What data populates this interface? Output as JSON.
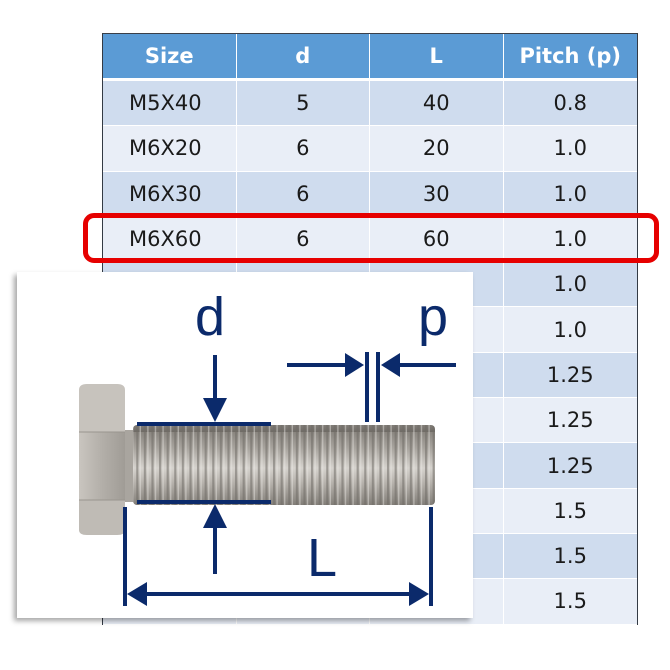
{
  "table": {
    "headers": [
      "Size",
      "d",
      "L",
      "Pitch (p)"
    ],
    "rows": [
      {
        "size": "M5X40",
        "d": "5",
        "L": "40",
        "pitch": "0.8",
        "shade": "dark"
      },
      {
        "size": "M6X20",
        "d": "6",
        "L": "20",
        "pitch": "1.0",
        "shade": "light"
      },
      {
        "size": "M6X30",
        "d": "6",
        "L": "30",
        "pitch": "1.0",
        "shade": "dark"
      },
      {
        "size": "M6X60",
        "d": "6",
        "L": "60",
        "pitch": "1.0",
        "shade": "light",
        "highlighted": true
      },
      {
        "size": "",
        "d": "",
        "L": "",
        "pitch": "1.0",
        "shade": "dark"
      },
      {
        "size": "",
        "d": "",
        "L": "",
        "pitch": "1.0",
        "shade": "light"
      },
      {
        "size": "",
        "d": "",
        "L": "",
        "pitch": "1.25",
        "shade": "dark"
      },
      {
        "size": "",
        "d": "",
        "L": "",
        "pitch": "1.25",
        "shade": "light"
      },
      {
        "size": "",
        "d": "",
        "L": "",
        "pitch": "1.25",
        "shade": "dark"
      },
      {
        "size": "",
        "d": "",
        "L": "",
        "pitch": "1.5",
        "shade": "light"
      },
      {
        "size": "",
        "d": "",
        "L": "",
        "pitch": "1.5",
        "shade": "dark"
      },
      {
        "size": "",
        "d": "",
        "L": "",
        "pitch": "1.5",
        "shade": "light"
      }
    ]
  },
  "highlight": {
    "row_index": 3,
    "color": "#e60000"
  },
  "diagram": {
    "labels": {
      "diameter": "d",
      "pitch": "p",
      "length": "L"
    },
    "dimension_color": "#0b2a6b",
    "subject": "hex-head-bolt"
  },
  "colors": {
    "header_bg": "#5b9bd5",
    "row_dark": "#cfdcee",
    "row_light": "#e9eef7"
  }
}
